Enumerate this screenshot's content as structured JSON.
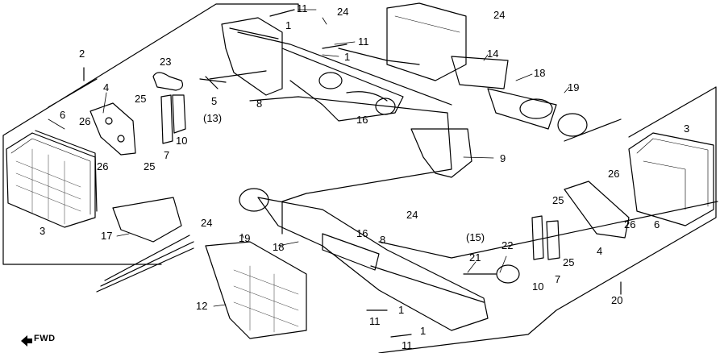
{
  "callouts": [
    "2",
    "24",
    "24",
    "11",
    "1",
    "11",
    "1",
    "14",
    "18",
    "19",
    "4",
    "23",
    "25",
    "26",
    "6",
    "26",
    "25",
    "7",
    "10",
    "5",
    "(13)",
    "8",
    "16",
    "9",
    "3",
    "24",
    "17",
    "24",
    "19",
    "18",
    "16",
    "8",
    "(15)",
    "22",
    "21",
    "10",
    "7",
    "25",
    "4",
    "26",
    "25",
    "26",
    "6",
    "3",
    "12",
    "1",
    "11",
    "1",
    "11",
    "20"
  ],
  "fwd_label": "FWD"
}
